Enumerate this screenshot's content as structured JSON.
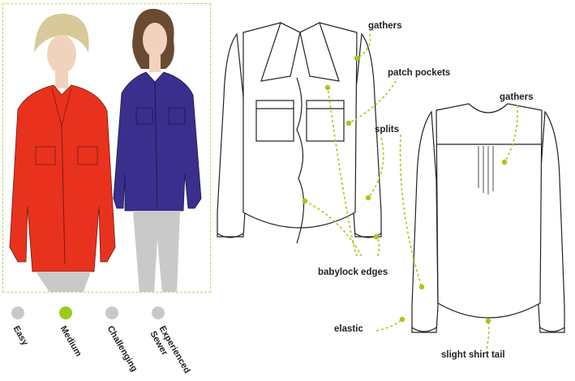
{
  "colors": {
    "accent": "#9ccc1a",
    "level_inactive": "#c9c9c9",
    "blouse_red": "#e8321e",
    "blouse_navy": "#3a2f8c"
  },
  "callouts": {
    "gathers_front": "gathers",
    "patch_pockets": "patch pockets",
    "splits": "splits",
    "babylock_edges": "babylock edges",
    "gathers_back": "gathers",
    "elastic": "elastic",
    "slight_shirt_tail": "slight shirt tail"
  },
  "difficulty": {
    "levels": [
      "Easy",
      "Medium",
      "Challenging",
      "Experienced\nSewer"
    ],
    "selected": "Medium"
  }
}
